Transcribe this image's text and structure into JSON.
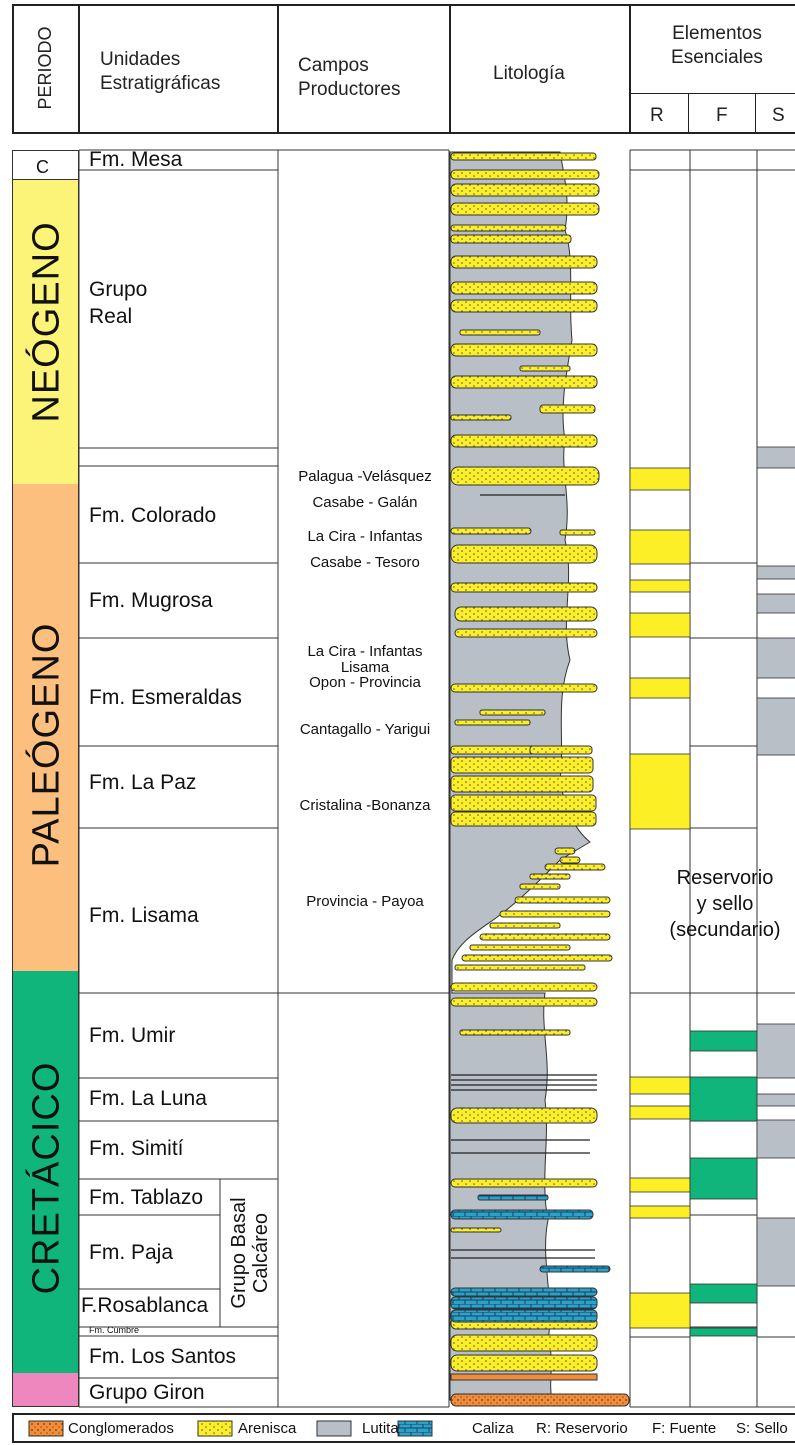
{
  "header": {
    "periodo": "PERIODO",
    "unidades": "Unidades\nEstratigráficas",
    "campos": "Campos\nProductores",
    "litologia": "Litología",
    "elementos": "Elementos\nEsenciales",
    "col_r": "R",
    "col_f": "F",
    "col_s": "S"
  },
  "periods": {
    "c": "C",
    "neogeno": "NEÓGENO",
    "paleogeno": "PALEÓGENO",
    "cretacico": "CRETÁCICO"
  },
  "units": {
    "mesa": "Fm. Mesa",
    "real": "Grupo\nReal",
    "colorado": "Fm. Colorado",
    "mugrosa": "Fm. Mugrosa",
    "esmeraldas": "Fm. Esmeraldas",
    "lapaz": "Fm. La Paz",
    "lisama": "Fm. Lisama",
    "umir": "Fm. Umir",
    "laluna": "Fm. La Luna",
    "simiti": "Fm. Simití",
    "tablazo": "Fm. Tablazo",
    "paja": "Fm. Paja",
    "rosablanca": "F.Rosablanca",
    "cumbre": "Fm. Cumbre",
    "lossantos": "Fm. Los Santos",
    "giron": "Grupo Giron",
    "grupo_basal": "Grupo Basal\nCalcáreo"
  },
  "fields": [
    "Palagua -Velásquez",
    "Casabe - Galán",
    "La Cira - Infantas",
    "Casabe - Tesoro",
    "La Cira - Infantas",
    "Lisama",
    "Opon - Provincia",
    "Cantagallo - Yarigui",
    "Cristalina -Bonanza",
    "Provincia - Payoa"
  ],
  "note": "Reservorio\ny sello\n(secundario)",
  "legend": {
    "conglomerados": "Conglomerados",
    "arenisca": "Arenisca",
    "lutita": "Lutita",
    "caliza": "Caliza",
    "reservorio": "R: Reservorio",
    "fuente": "F: Fuente",
    "sello": "S: Sello"
  },
  "colors": {
    "neogeno": "#fbf478",
    "paleogeno": "#fcbf7e",
    "cretacico": "#0fb57a",
    "giron": "#ee87be",
    "sand": "#fdef25",
    "shale": "#b8bfc6",
    "limestone": "#2aa3c7",
    "conglomerate": "#ef8d3b"
  }
}
